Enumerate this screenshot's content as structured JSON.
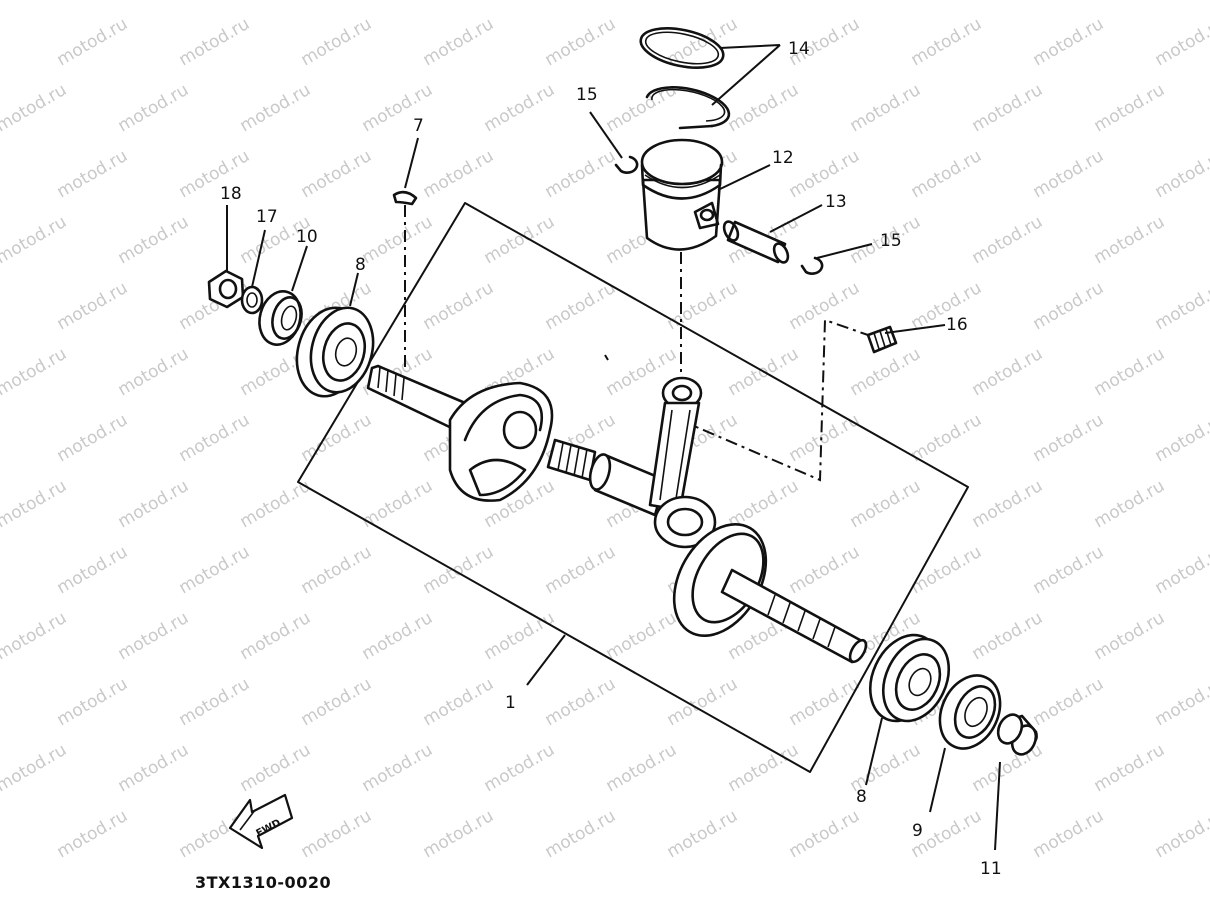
{
  "diagram": {
    "drawing_code": "3TX1310-0020",
    "fwd_label": "FWD",
    "watermark_text": "motod.ru",
    "ink_color": "#111111",
    "watermark_color": "#c9c9c9",
    "callouts": [
      {
        "id": "c1",
        "label": "1"
      },
      {
        "id": "c7",
        "label": "7"
      },
      {
        "id": "c8a",
        "label": "8"
      },
      {
        "id": "c8b",
        "label": "8"
      },
      {
        "id": "c9",
        "label": "9"
      },
      {
        "id": "c10",
        "label": "10"
      },
      {
        "id": "c11",
        "label": "11"
      },
      {
        "id": "c12",
        "label": "12"
      },
      {
        "id": "c13",
        "label": "13"
      },
      {
        "id": "c14",
        "label": "14"
      },
      {
        "id": "c15a",
        "label": "15"
      },
      {
        "id": "c15b",
        "label": "15"
      },
      {
        "id": "c16",
        "label": "16"
      },
      {
        "id": "c17",
        "label": "17"
      },
      {
        "id": "c18",
        "label": "18"
      }
    ]
  }
}
